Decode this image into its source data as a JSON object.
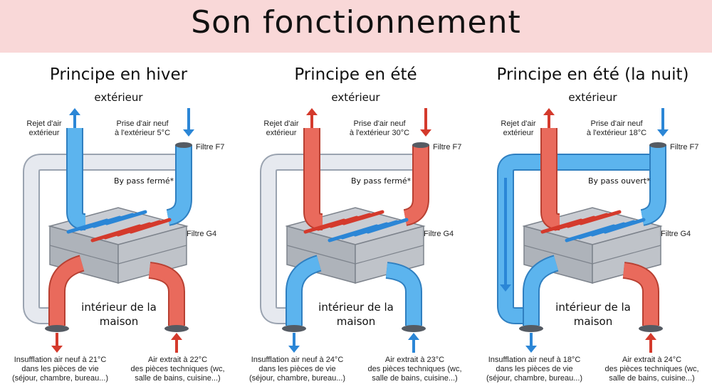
{
  "title": "Son fonctionnement",
  "colors": {
    "banner": "#f9d8d8",
    "hot": "#e0584b",
    "cold": "#43a3e6",
    "neutral": "#dfe3ea"
  },
  "panels": [
    {
      "title": "Principe en hiver",
      "exterior": "extérieur",
      "rejet": "Rejet d'air\nextérieur",
      "prise": "Prise d'air neuf\nà l'extérieur 5°C",
      "filtre_f7": "Filtre F7",
      "bypass": "By pass fermé*",
      "filtre_g4": "Filtre G4",
      "interieur": "intérieur de la\nmaison",
      "insufflation": "Insufflation air neuf à 21°C\ndans les pièces de vie\n(séjour, chambre, bureau...)",
      "extrait": "Air extrait à 22°C\ndes pièces techniques (wc,\nsalle de bains, cuisine...)",
      "left_color": "cold",
      "right_color": "cold",
      "bottom_left_color": "hot",
      "bottom_right_color": "hot",
      "bypass_color": "neutral"
    },
    {
      "title": "Principe en été",
      "exterior": "extérieur",
      "rejet": "Rejet d'air\nextérieur",
      "prise": "Prise d'air neuf\nà l'extérieur 30°C",
      "filtre_f7": "Filtre F7",
      "bypass": "By pass fermé*",
      "filtre_g4": "Filtre G4",
      "interieur": "intérieur de la\nmaison",
      "insufflation": "Insufflation air neuf à 24°C\ndans les pièces de vie\n(séjour, chambre, bureau...)",
      "extrait": "Air extrait à 23°C\ndes pièces techniques (wc,\nsalle de bains, cuisine...)",
      "left_color": "hot",
      "right_color": "hot",
      "bottom_left_color": "cold",
      "bottom_right_color": "cold",
      "bypass_color": "neutral"
    },
    {
      "title": "Principe en été (la nuit)",
      "exterior": "extérieur",
      "rejet": "Rejet d'air\nextérieur",
      "prise": "Prise d'air neuf\nà l'extérieur 18°C",
      "filtre_f7": "Filtre F7",
      "bypass": "By pass ouvert*",
      "filtre_g4": "Filtre G4",
      "interieur": "intérieur de la\nmaison",
      "insufflation": "Insufflation air neuf à 18°C\ndans les pièces de vie\n(séjour, chambre, bureau...)",
      "extrait": "Air extrait à 24°C\ndes pièces techniques (wc,\nsalle de bains, cuisine...)",
      "left_color": "hot",
      "right_color": "cold",
      "bottom_left_color": "cold",
      "bottom_right_color": "hot",
      "bypass_color": "cold"
    }
  ]
}
